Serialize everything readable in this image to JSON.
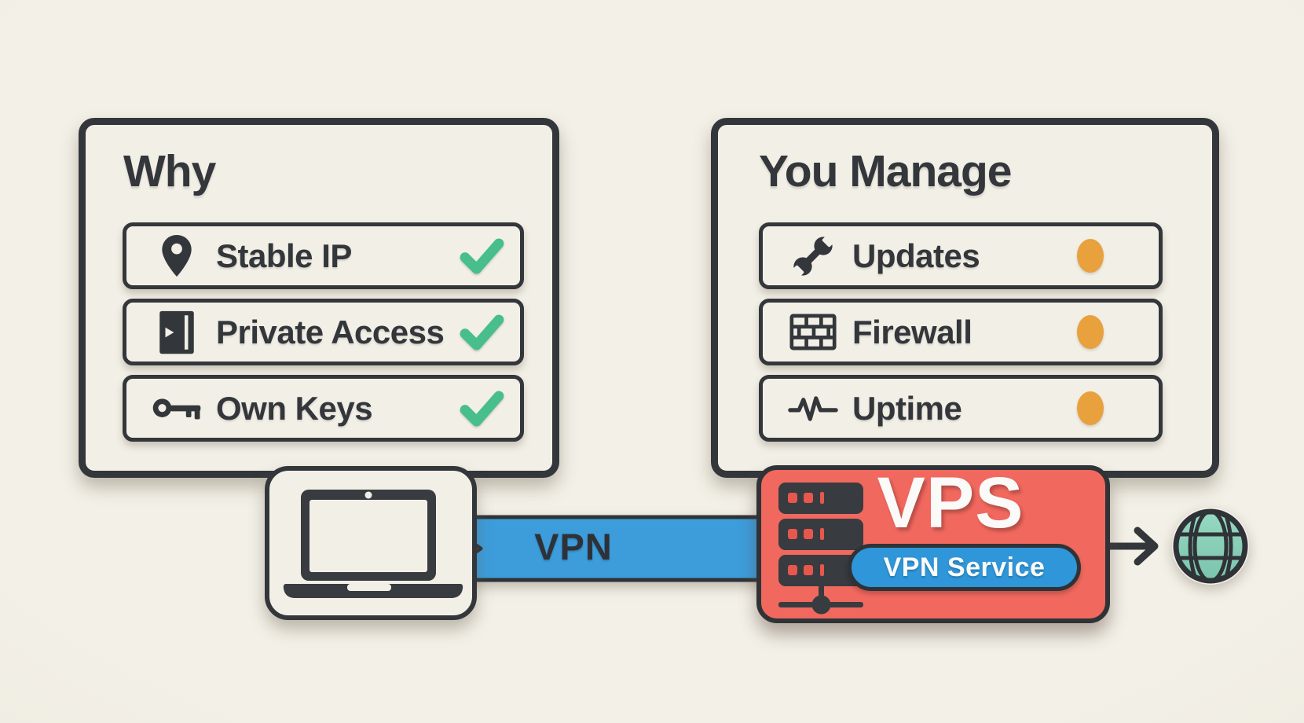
{
  "title": "VPN on a VPS infographic",
  "colors": {
    "background": "#EFEBE2",
    "panel_fill": "#F2EFE6",
    "ink": "#33373B",
    "check_green": "#48BE8C",
    "dot_orange": "#E8A13C",
    "ribbon_blue": "#3D9DDB",
    "badge_blue": "#2E96D9",
    "vps_red": "#F1685E",
    "globe_teal": "#8BD0BA",
    "text_white": "#FAFAF8"
  },
  "left_panel": {
    "title": "Why",
    "items": [
      {
        "icon": "map-pin-icon",
        "label": "Stable IP",
        "status": "check"
      },
      {
        "icon": "door-icon",
        "label": "Private Access",
        "status": "check"
      },
      {
        "icon": "key-icon",
        "label": "Own Keys",
        "status": "check"
      }
    ]
  },
  "right_panel": {
    "title": "You Manage",
    "items": [
      {
        "icon": "wrench-icon",
        "label": "Updates",
        "status": "dot"
      },
      {
        "icon": "firewall-icon",
        "label": "Firewall",
        "status": "dot"
      },
      {
        "icon": "pulse-icon",
        "label": "Uptime",
        "status": "dot"
      }
    ]
  },
  "flow": {
    "client_device": "laptop",
    "tunnel_label": "VPN",
    "server_title": "VPS",
    "server_badge": "VPN Service",
    "destination": "internet-globe"
  }
}
